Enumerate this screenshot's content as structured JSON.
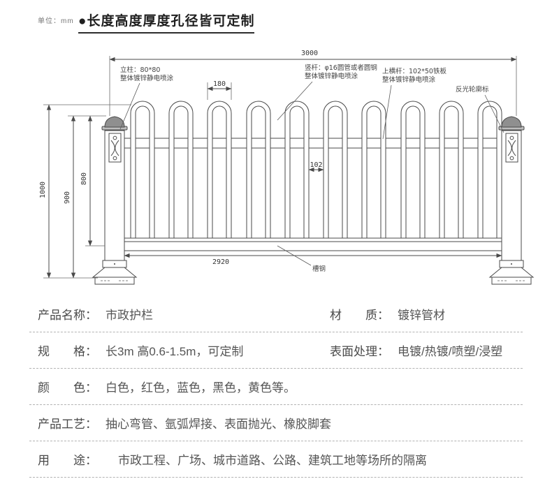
{
  "header": {
    "unit": "单位：mm",
    "title": "●长度高度厚度孔径皆可定制"
  },
  "drawing": {
    "dim_3000": "3000",
    "dim_2920": "2920",
    "dim_180": "180",
    "dim_102": "102",
    "dim_1000": "1000",
    "dim_900": "900",
    "dim_800": "800",
    "label_post_l1": "立柱：80*80",
    "label_post_l2": "整体镀锌静电喷涂",
    "label_vbar_l1": "竖杆：φ16圆管或者圆钢",
    "label_vbar_l2": "整体镀锌静电喷涂",
    "label_toprail_l1": "上横杆：102*50铁板",
    "label_toprail_l2": "整体镀锌静电喷涂",
    "label_reflector": "反光轮廓标",
    "label_channel": "槽钢"
  },
  "specs": {
    "rows": [
      {
        "label": "产品名称：",
        "value": "市政护栏",
        "label2": "材　　质：",
        "value2": "镀锌管材"
      },
      {
        "label": "规　　格：",
        "value": "长3m 高0.6-1.5m，可定制",
        "label2": "表面处理：",
        "value2": "电镀/热镀/喷塑/浸塑"
      },
      {
        "label": "颜　　色：",
        "value": "白色，红色，蓝色，黑色，黄色等。"
      },
      {
        "label": "产品工艺：",
        "value": "抽心弯管、氩弧焊接、表面抛光、橡胶脚套"
      },
      {
        "label": "用　　途：",
        "value": "市政工程、广场、城市道路、公路、建筑工地等场所的隔离"
      }
    ]
  },
  "colors": {
    "line": "#4a4a4a",
    "text": "#4d4d4d",
    "divider": "#b3b3b3"
  }
}
